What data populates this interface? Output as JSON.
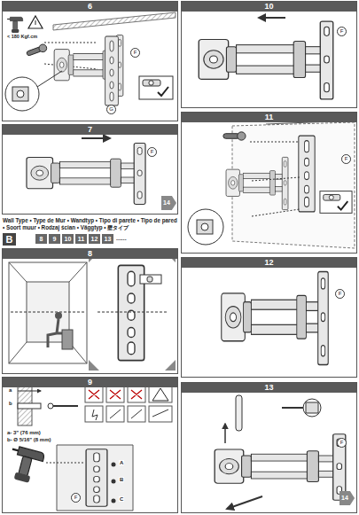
{
  "diagram": {
    "nodes": [
      {
        "text": [
          "6"
        ]
      },
      {
        "text": [
          "7"
        ]
      },
      {
        "text": [
          "8"
        ]
      },
      {
        "text": [
          "9"
        ]
      },
      {
        "text": [
          "10"
        ]
      },
      {
        "text": [
          "11"
        ]
      },
      {
        "text": [
          "12"
        ]
      },
      {
        "text": [
          "13"
        ]
      }
    ],
    "labels": [
      "< 180 Kgf.cm",
      "F",
      "G",
      "F",
      "14",
      "Wall Type • Type de Mur • Wandtyp • Tipo di parete • Tipo de pared • Soort muur • Rodzaj ścian • Väggtyp • 壁タイプ",
      "B",
      "8",
      "9",
      "10",
      "11",
      "12",
      "13",
      "......",
      "a- 3\" (76 mm)",
      "b- Ø 5/16\" (8 mm)",
      "a",
      "b",
      "A",
      "B",
      "C",
      "F",
      "F",
      "F",
      "F",
      "F",
      "14"
    ]
  }
}
